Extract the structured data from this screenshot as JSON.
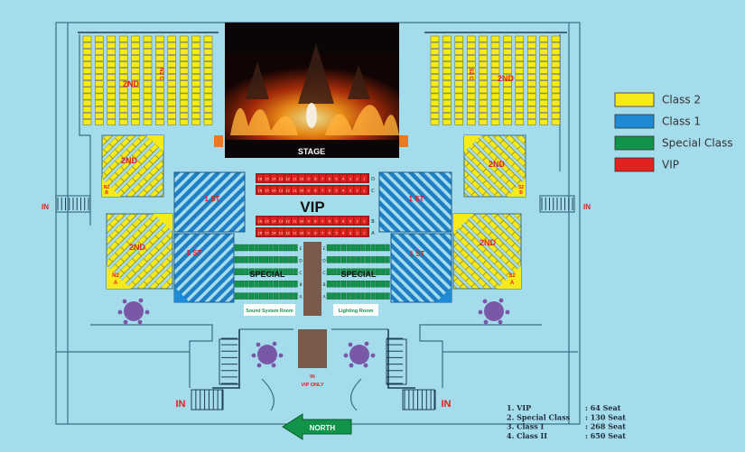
{
  "stage": {
    "label": "STAGE"
  },
  "vip": {
    "label": "VIP",
    "rows": [
      "D",
      "C",
      "B",
      "A"
    ],
    "seat_numbers": [
      16,
      15,
      14,
      13,
      12,
      11,
      10,
      9,
      8,
      7,
      6,
      5,
      4,
      3,
      2,
      1
    ]
  },
  "special": {
    "left_label": "SPECIAL",
    "right_label": "SPECIAL",
    "rows": [
      "E",
      "D",
      "C",
      "B",
      "A"
    ]
  },
  "second_class": {
    "labels": [
      "2ND",
      "2ND",
      "2ND",
      "2ND",
      "2ND",
      "2ND"
    ],
    "n2c": "N2 C",
    "s2c": "S2 C",
    "n2b": [
      "N2",
      "B"
    ],
    "s2b": [
      "S2",
      "B"
    ],
    "n2a": [
      "N2",
      "A"
    ],
    "s2a": [
      "S2",
      "A"
    ]
  },
  "first_class": {
    "labels": [
      "1 ST",
      "1 ST",
      "1 ST",
      "1 ST"
    ]
  },
  "rooms": {
    "sound": "Sound System Room",
    "lighting": "Lighting Room"
  },
  "entrances": {
    "west": "IN",
    "east": "IN",
    "south_left": "IN",
    "south_right": "IN",
    "vip_in": "IN",
    "vip_only": "VIP ONLY"
  },
  "north": "NORTH",
  "legend": [
    {
      "label": "Class 2",
      "color": "#f7ea1a"
    },
    {
      "label": "Class 1",
      "color": "#1e8ad6"
    },
    {
      "label": "Special Class",
      "color": "#12934a"
    },
    {
      "label": "VIP",
      "color": "#e3211f"
    }
  ],
  "summary": [
    {
      "name": "1. VIP",
      "value": ": 64 Seat"
    },
    {
      "name": "2. Special Class",
      "value": ": 130 Seat"
    },
    {
      "name": "3. Class I",
      "value": ": 268 Seat"
    },
    {
      "name": "4. Class II",
      "value": ": 650 Seat"
    }
  ]
}
